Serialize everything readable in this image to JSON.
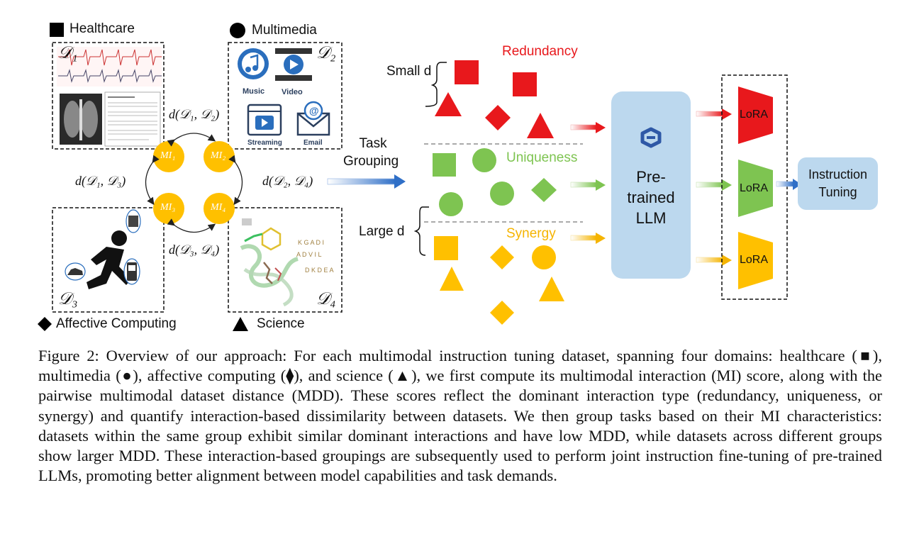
{
  "legend": {
    "healthcare": "Healthcare",
    "multimedia": "Multimedia",
    "affective": "Affective Computing",
    "science": "Science"
  },
  "datasets": {
    "d1": "𝒟₁",
    "d2": "𝒟₂",
    "d3": "𝒟₃",
    "d4": "𝒟₄"
  },
  "media_labels": {
    "music": "Music",
    "video": "Video",
    "streaming": "Streaming",
    "email": "Email"
  },
  "mi_nodes": [
    "MI₁",
    "MI₂",
    "MI₃",
    "MI₄"
  ],
  "distances": {
    "d12": "d(𝒟₁, 𝒟₂)",
    "d13": "d(𝒟₁, 𝒟₃)",
    "d24": "d(𝒟₂, 𝒟₄)",
    "d34": "d(𝒟₃, 𝒟₄)"
  },
  "task_grouping": {
    "line1": "Task",
    "line2": "Grouping"
  },
  "groups": {
    "redundancy": "Redundancy",
    "uniqueness": "Uniqueness",
    "synergy": "Synergy",
    "small_d": "Small d",
    "large_d": "Large d"
  },
  "llm": {
    "line1": "Pre-",
    "line2": "trained",
    "line3": "LLM"
  },
  "lora": {
    "r": "LoRA",
    "u": "LoRA",
    "s": "LoRA"
  },
  "instruction_tuning": {
    "line1": "Instruction",
    "line2": "Tuning"
  },
  "caption": {
    "label": "Figure 2:",
    "text": "Overview of our approach: For each multimodal instruction tuning dataset, spanning four domains: healthcare (■), multimedia (●), affective computing (⧫), and science (▲), we first compute its multimodal interaction (MI) score, along with the pairwise multimodal dataset distance (MDD). These scores reflect the dominant interaction type (redundancy, uniqueness, or synergy) and quantify interaction-based dissimilarity between datasets. We then group tasks based on their MI characteristics: datasets within the same group exhibit similar dominant interactions and have low MDD, while datasets across different groups show larger MDD. These interaction-based groupings are subsequently used to perform joint instruction fine-tuning of pre-trained LLMs, promoting better alignment between model capabilities and task demands."
  },
  "colors": {
    "red": "#e8181c",
    "green": "#7ec451",
    "yellow": "#ffc000",
    "llm_box": "#bcd8ee",
    "mi_node": "#ffc000"
  }
}
